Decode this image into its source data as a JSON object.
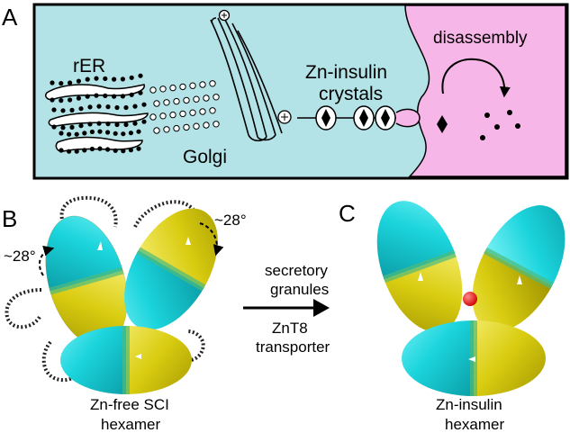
{
  "panels": {
    "a": {
      "letter": "A"
    },
    "b": {
      "letter": "B"
    },
    "c": {
      "letter": "C"
    }
  },
  "panel_a": {
    "rer_label": "rER",
    "golgi_label": "Golgi",
    "crystals_label_line1": "Zn-insulin",
    "crystals_label_line2": "crystals",
    "disassembly_label": "disassembly"
  },
  "panel_b": {
    "angle_left": "~28°",
    "angle_right": "~28°",
    "caption_line1": "Zn-free SCI",
    "caption_line2": "hexamer"
  },
  "arrow": {
    "above_line1": "secretory",
    "above_line2": "granules",
    "below_line1": "ZnT8",
    "below_line2": "transporter"
  },
  "panel_c": {
    "caption_line1": "Zn-insulin",
    "caption_line2": "hexamer"
  },
  "colors": {
    "cytoplasm": "#b3e3e6",
    "extracellular": "#f7b6e8",
    "cyan": "#1bd4dc",
    "yellow": "#d9cc10",
    "zinc": "#e01010"
  }
}
